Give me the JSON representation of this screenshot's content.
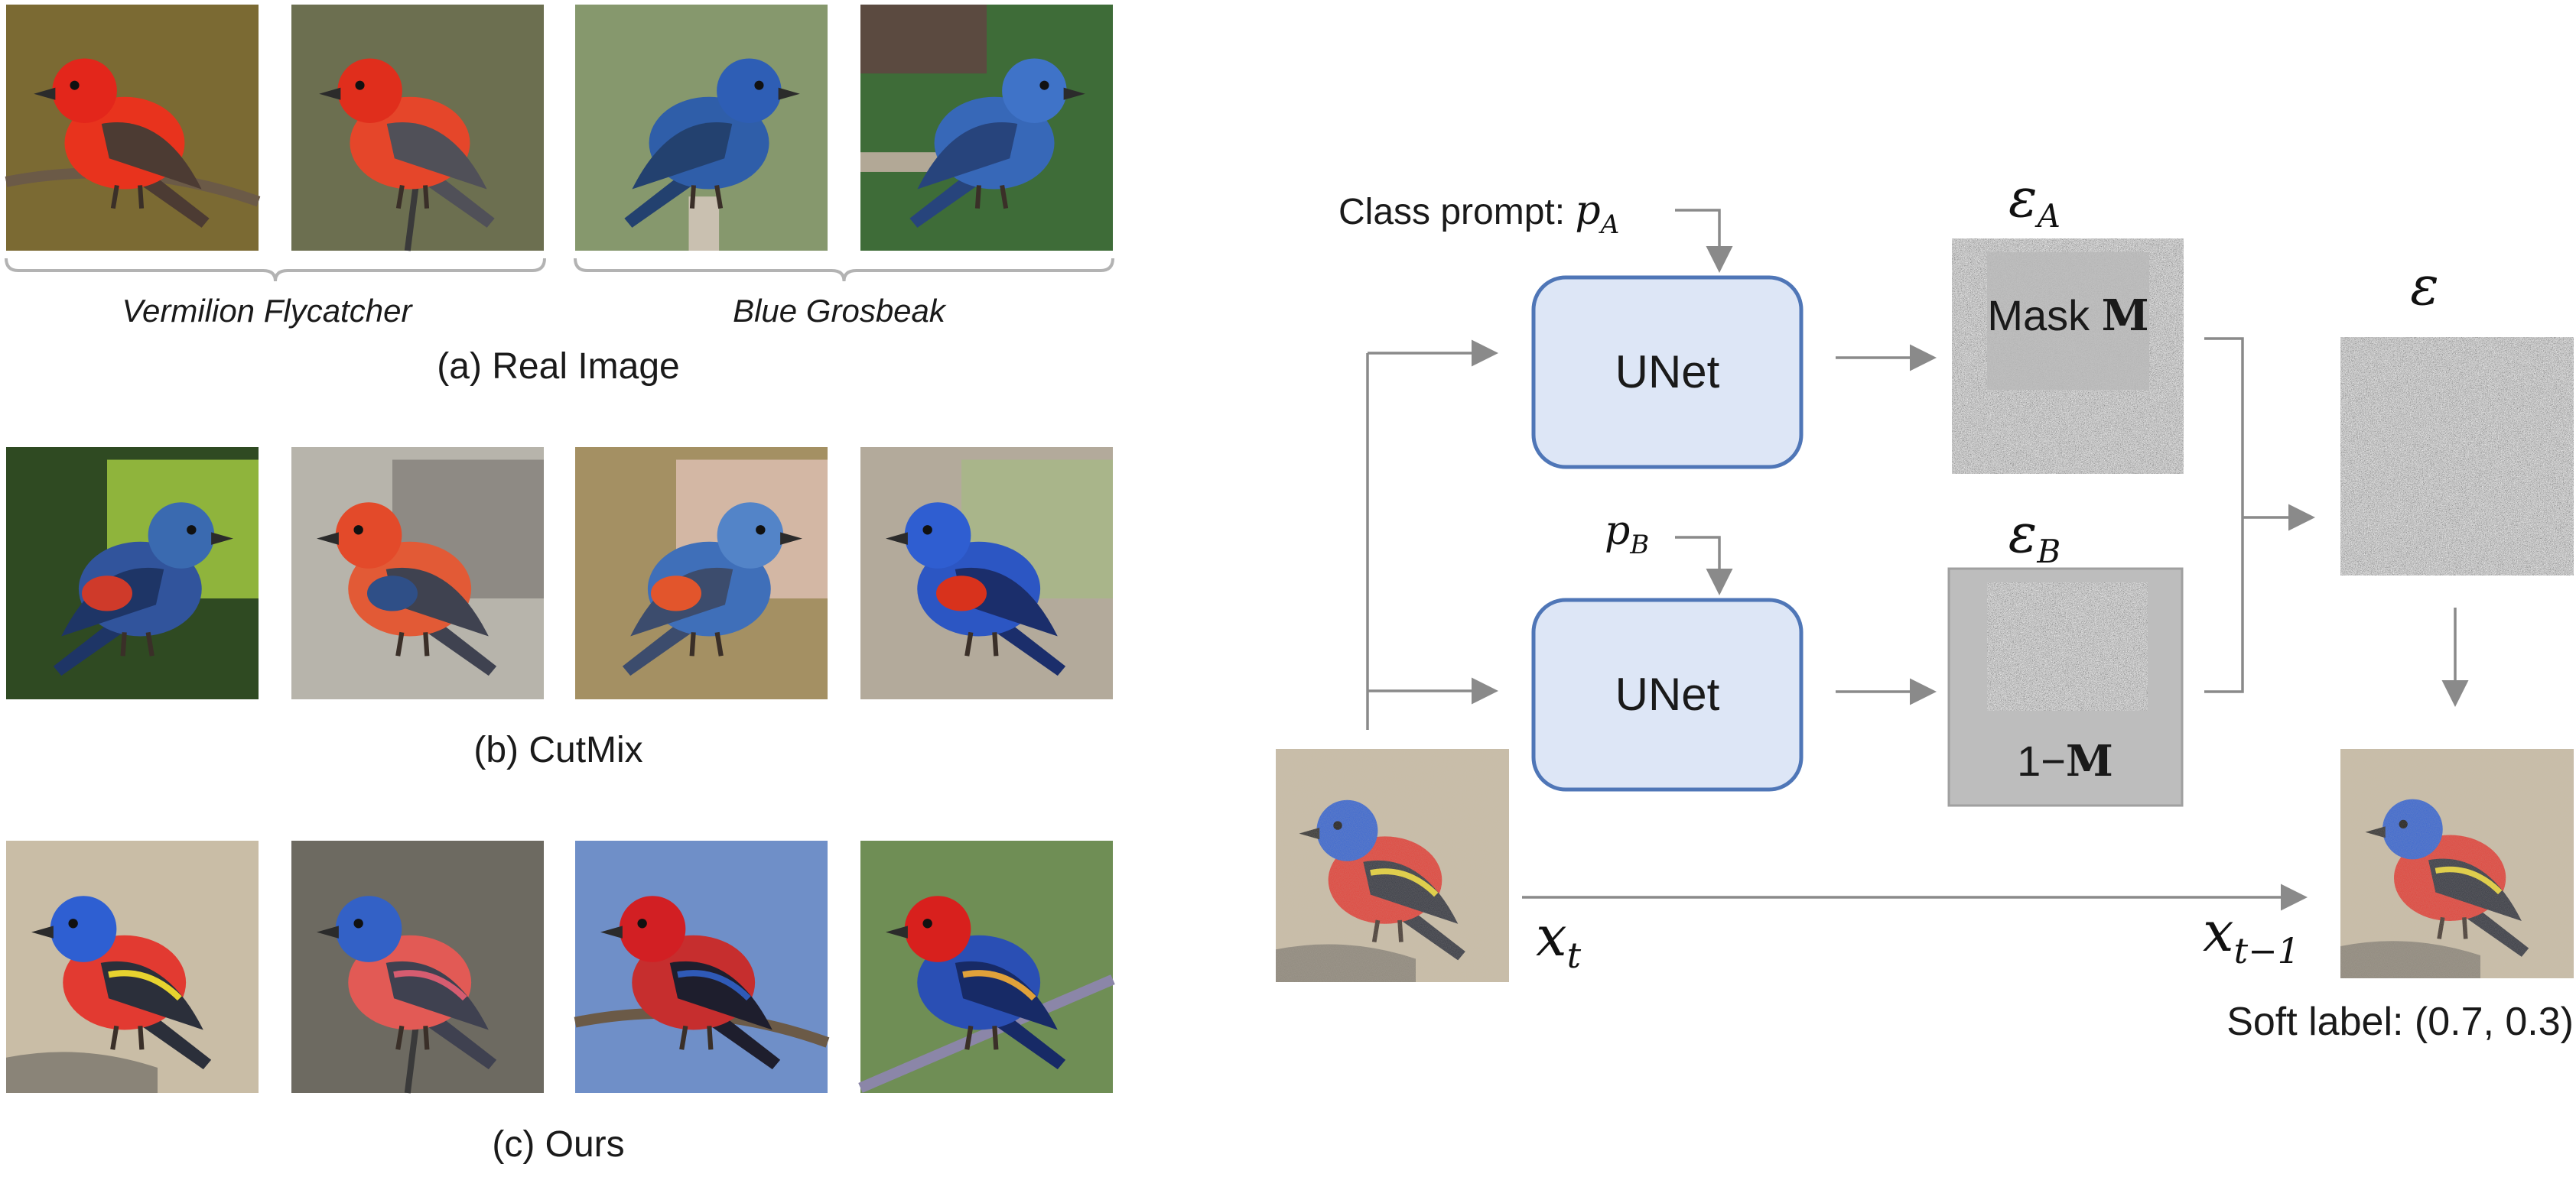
{
  "left_panel": {
    "sections": [
      {
        "caption": "(a) Real Image",
        "groups": [
          {
            "label": "Vermilion Flycatcher",
            "images": [
              {
                "bird": "vermilion-flycatcher",
                "bg": "#7b6a33",
                "body": "#e8331d",
                "wing": "#4c3b33",
                "head": "#e3261b",
                "perch": "branch"
              },
              {
                "bird": "vermilion-flycatcher",
                "bg": "#6c6f50",
                "body": "#e5462a",
                "wing": "#505058",
                "head": "#e02e1c",
                "perch": "stick"
              }
            ]
          },
          {
            "label": "Blue Grosbeak",
            "images": [
              {
                "bird": "blue-grosbeak",
                "bg": "#86986d",
                "body": "#2f5ea9",
                "wing": "#23416f",
                "head": "#2e5eb5",
                "perch": "post"
              },
              {
                "bird": "blue-grosbeak",
                "bg": "#3e6c38",
                "body": "#3768b8",
                "wing": "#27447c",
                "head": "#3f73c8",
                "perch": "feeder"
              }
            ]
          }
        ]
      },
      {
        "caption": "(b) CutMix",
        "images": [
          {
            "bg": "#2f4a22",
            "patch_bg": "#8fb43c",
            "body": "#31549c",
            "wing": "#1e3566",
            "head": "#3a6ab0",
            "alt": "#cf3a2a"
          },
          {
            "bg": "#b7b4ab",
            "patch_bg": "#8e8a84",
            "body": "#e25a36",
            "wing": "#3f4250",
            "head": "#e34a2a",
            "alt": "#2f4f87"
          },
          {
            "bg": "#a49063",
            "patch_bg": "#d3b7a4",
            "body": "#3f6fb9",
            "wing": "#3c4c6d",
            "head": "#5384c8",
            "alt": "#e2552c"
          },
          {
            "bg": "#b3aa9b",
            "patch_bg": "#a9b58a",
            "body": "#2c56c3",
            "wing": "#1b2e6b",
            "head": "#2f5ed1",
            "alt": "#d8321c"
          }
        ]
      },
      {
        "caption": "(c) Ours",
        "images": [
          {
            "bg": "#c9bda6",
            "body": "#e23a31",
            "wing": "#2b2f3a",
            "head": "#2e5fd2",
            "accent": "#e7d32f",
            "perch": "rock"
          },
          {
            "bg": "#6d6a61",
            "body": "#e25a55",
            "wing": "#3f4150",
            "head": "#3361c6",
            "accent": "#d65c70",
            "perch": "stick"
          },
          {
            "bg": "#6f8fc8",
            "body": "#c62e2e",
            "wing": "#1e1e2d",
            "head": "#d21f23",
            "accent": "#2f5ab7",
            "perch": "branch"
          },
          {
            "bg": "#6f8e55",
            "body": "#2a4fb4",
            "wing": "#172a66",
            "head": "#d8201d",
            "accent": "#e0a13a",
            "perch": "rope"
          }
        ]
      }
    ]
  },
  "diagram": {
    "class_prompt_label": "Class prompt: ",
    "prompt_a": {
      "symbol": "p",
      "sub": "A"
    },
    "prompt_b": {
      "symbol": "p",
      "sub": "B"
    },
    "unet_label": "UNet",
    "eps_a": {
      "symbol": "ε",
      "sub": "A"
    },
    "eps_b": {
      "symbol": "ε",
      "sub": "B"
    },
    "eps": {
      "symbol": "ε"
    },
    "mask_label": "Mask ",
    "mask_symbol": "M",
    "inv_mask_label": "1−",
    "inv_mask_symbol": "M",
    "x_t": {
      "symbol": "x",
      "sub": "t"
    },
    "x_t_minus_1": {
      "symbol": "x",
      "sub": "t−1"
    },
    "soft_label": "Soft label: (0.7, 0.3)",
    "colors": {
      "unet_fill": "#dde6f6",
      "unet_stroke": "#4f76b7",
      "arrow": "#8a8a8a",
      "mask_gray": "#b9b9b9",
      "noise_dark": "#3a3a3a",
      "noise_light": "#d8d8d8"
    }
  }
}
